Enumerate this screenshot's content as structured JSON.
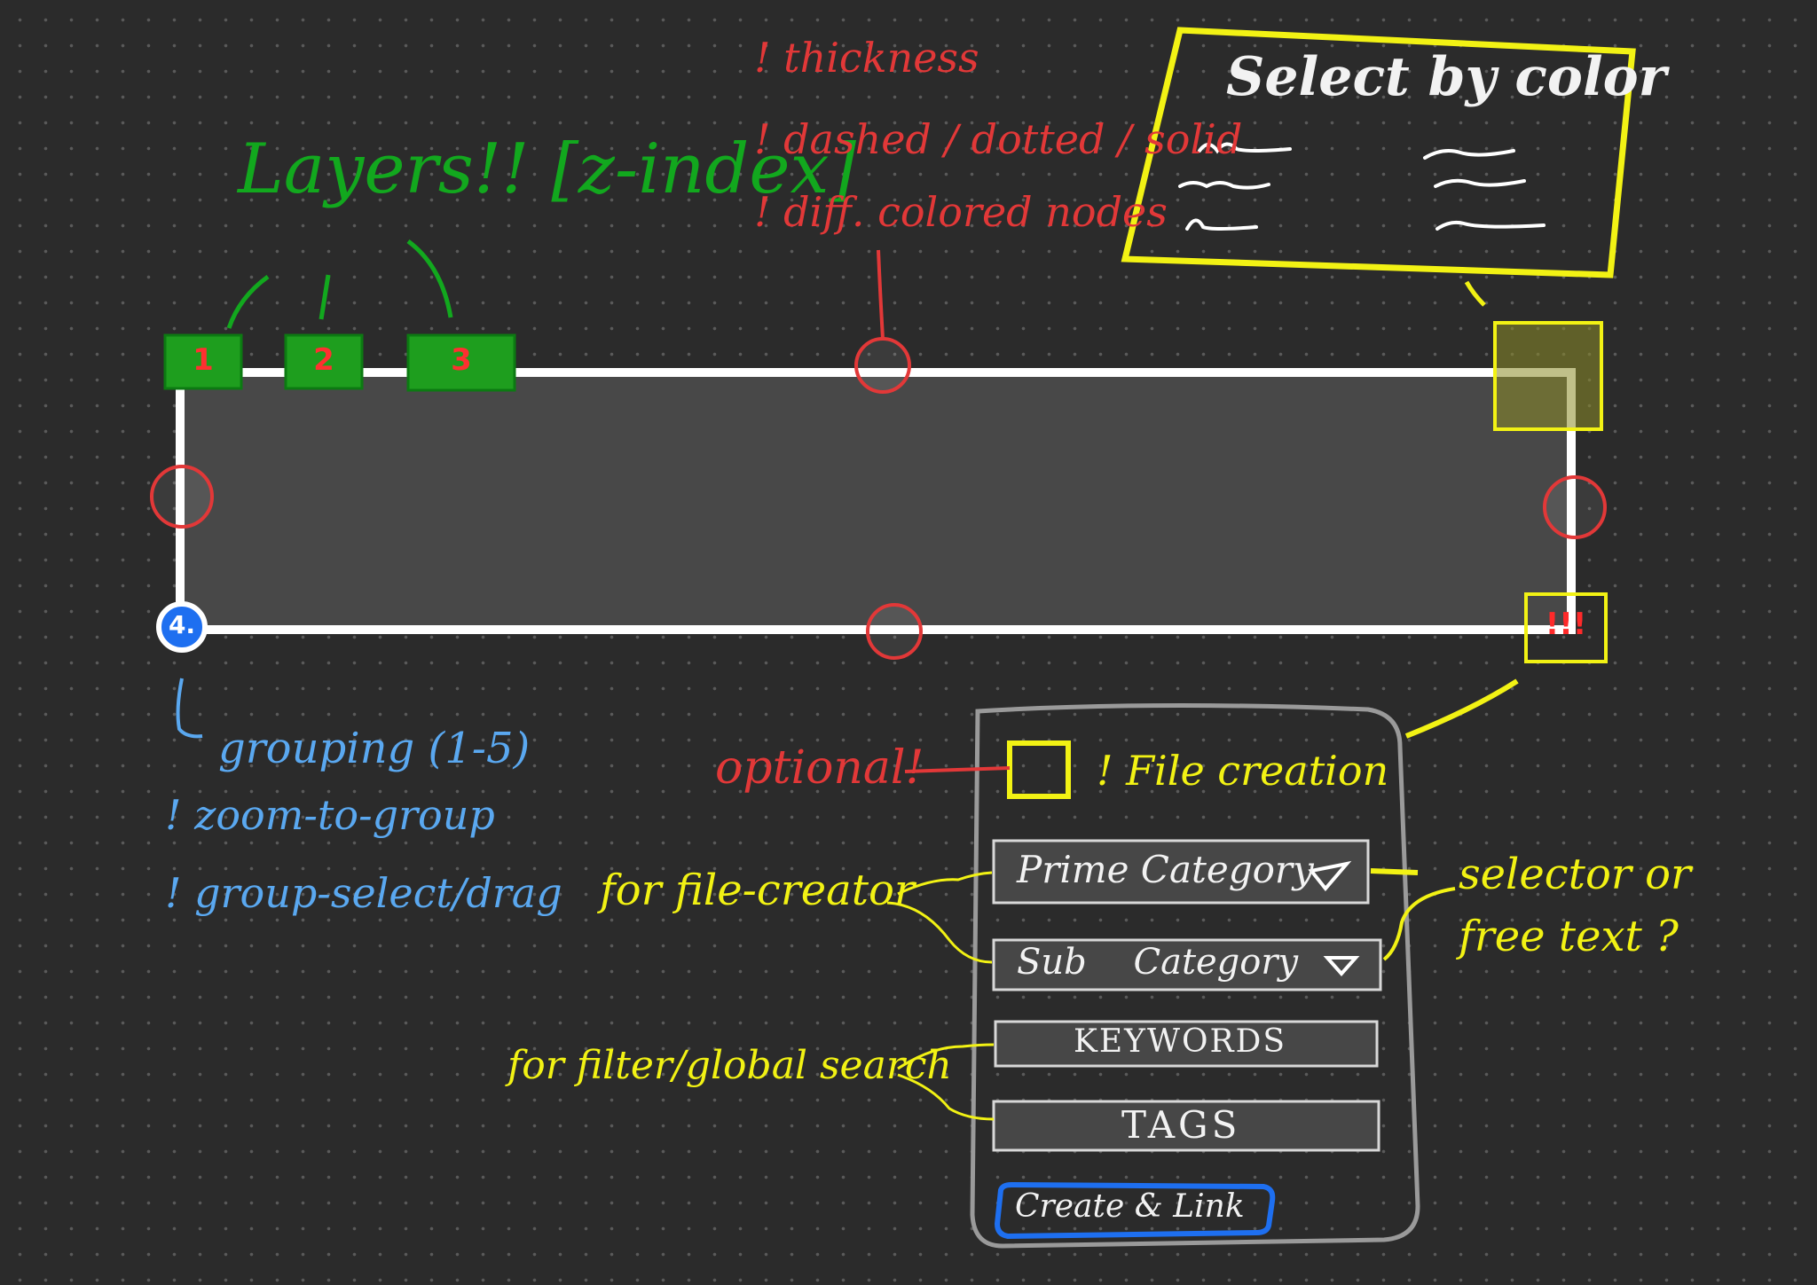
{
  "layers_note": {
    "title": "Layers!! [z-index]",
    "handles": [
      "1",
      "2",
      "3"
    ]
  },
  "edge_note": {
    "lines": [
      "! thickness",
      "! dashed / dotted / solid",
      "! diff. colored nodes"
    ]
  },
  "color_panel": {
    "title": "Select by color"
  },
  "group_note": {
    "handle": "4.",
    "lines": [
      "grouping (1-5)",
      "! zoom-to-group",
      "! group-select/drag"
    ]
  },
  "corner_badge": "!!!",
  "file_panel": {
    "optional_label": "optional!",
    "checkbox_label": "! File creation",
    "prime_category": "Prime Category",
    "sub_category": "Sub Category",
    "keywords": "KEYWORDS",
    "tags": "TAGS",
    "create_button": "Create & Link"
  },
  "annotations": {
    "file_creator": "for file-creator",
    "selector": [
      "selector or",
      "free text ?"
    ],
    "filter_search": "for filter/global search"
  },
  "colors": {
    "background": "#2b2b2b",
    "node_stroke": "#ffffff",
    "node_fill": "#484848",
    "red": "#e23838",
    "green": "#12a81e",
    "yellow": "#f2f214",
    "blue": "#1e6ff0",
    "panel_stroke": "#9a9a9a"
  }
}
